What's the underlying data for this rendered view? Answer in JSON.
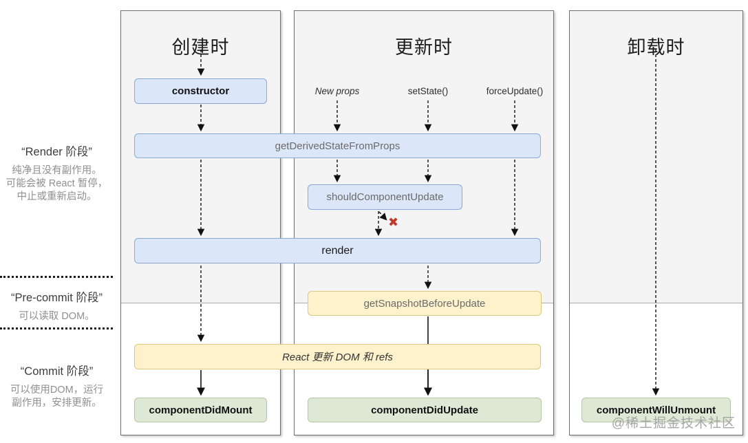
{
  "sidebar": {
    "render_phase": {
      "title": "“Render 阶段”",
      "lines": [
        "纯净且没有副作用。",
        "可能会被 React 暂停，",
        "中止或重新启动。"
      ]
    },
    "pre_commit_phase": {
      "title": "“Pre-commit 阶段”",
      "lines": [
        "可以读取 DOM。"
      ]
    },
    "commit_phase": {
      "title": "“Commit 阶段”",
      "lines": [
        "可以使用DOM，运行",
        "副作用，安排更新。"
      ]
    }
  },
  "columns": {
    "mounting": {
      "title": "创建时"
    },
    "updating": {
      "title": "更新时",
      "triggers": {
        "new_props": "New props",
        "set_state": "setState()",
        "force_update": "forceUpdate()"
      }
    },
    "unmounting": {
      "title": "卸载时"
    }
  },
  "nodes": {
    "constructor": "constructor",
    "get_derived_state_from_props": "getDerivedStateFromProps",
    "should_component_update": "shouldComponentUpdate",
    "render": "render",
    "get_snapshot_before_update": "getSnapshotBeforeUpdate",
    "react_updates_dom": "React 更新 DOM 和 refs",
    "component_did_mount": "componentDidMount",
    "component_did_update": "componentDidUpdate",
    "component_will_unmount": "componentWillUnmount"
  },
  "icons": {
    "abort_x": "✖"
  },
  "watermark": "@稀土掘金技术社区",
  "colors": {
    "box_blue": "#dbe7f8",
    "box_yellow": "#fdf2cc",
    "box_green": "#dde9d5",
    "panel_gray": "#f4f4f4",
    "abort_red": "#c0392b"
  }
}
